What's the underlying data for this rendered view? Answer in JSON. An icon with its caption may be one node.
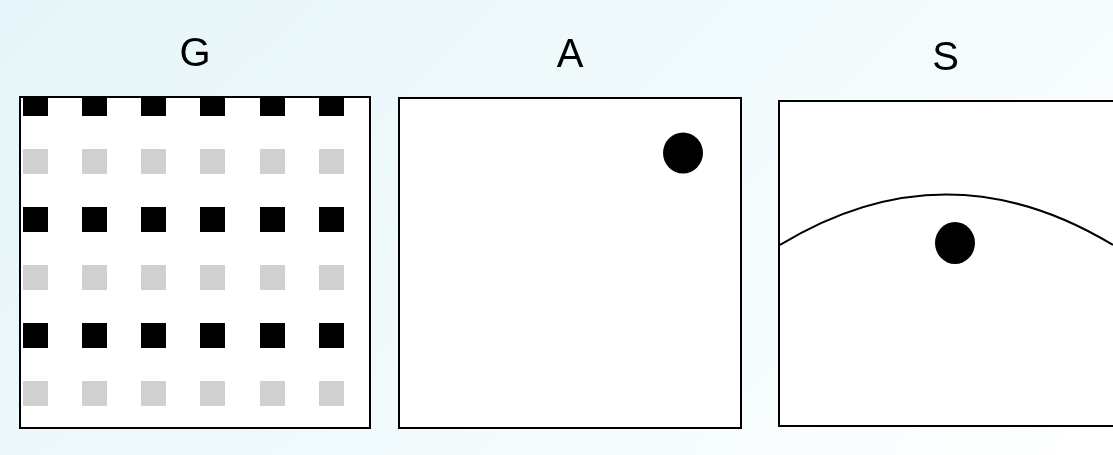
{
  "diagram": {
    "nodes": [
      {
        "text": [
          "G"
        ]
      },
      {
        "text": [
          "A"
        ]
      },
      {
        "text": [
          "S"
        ]
      }
    ]
  }
}
